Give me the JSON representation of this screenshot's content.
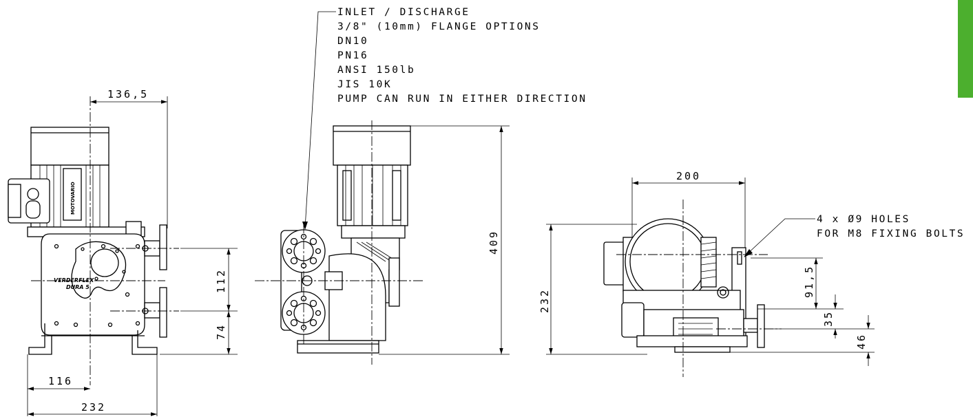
{
  "accent_color": "#4caf2e",
  "notes": {
    "inlet_lines": [
      "INLET / DISCHARGE",
      "3/8\" (10mm) FLANGE OPTIONS",
      "DN10",
      "PN16",
      "ANSI 150lb",
      "JIS 10K",
      "PUMP CAN RUN IN EITHER DIRECTION"
    ],
    "holes_lines": [
      "4 x Ø9 HOLES",
      "FOR M8 FIXING BOLTS"
    ]
  },
  "dimensions": {
    "left_top_width": "136,5",
    "left_port_spacing": "112",
    "left_port_height": "74",
    "left_center_width": "116",
    "left_total_width": "232",
    "middle_height": "409",
    "right_width": "200",
    "right_height": "232",
    "right_hole_offset": "91,5",
    "right_foot_height": "35",
    "right_port_height": "46"
  },
  "labels": {
    "brand_line1": "VERDERFLEX",
    "brand_line2": "DURA 5",
    "motor_label": "MOTOVARIO"
  }
}
